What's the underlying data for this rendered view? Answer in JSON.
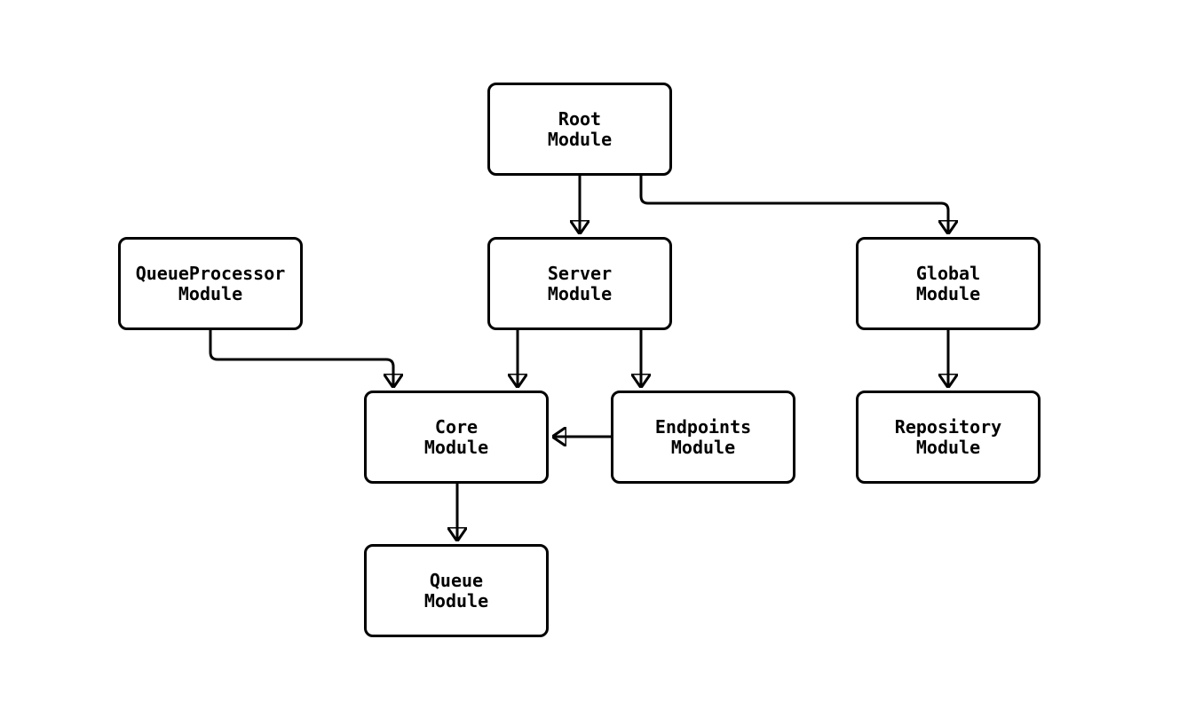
{
  "diagram": {
    "type": "module-dependency-graph",
    "background_color": "#ffffff",
    "line_color": "#000000",
    "node_fill_color": "#ffffff",
    "node_border_color": "#000000",
    "nodes": [
      {
        "id": "root",
        "label": "Root\nModule"
      },
      {
        "id": "queueprocessor",
        "label": "QueueProcessor\nModule"
      },
      {
        "id": "server",
        "label": "Server\nModule"
      },
      {
        "id": "global",
        "label": "Global\nModule"
      },
      {
        "id": "core",
        "label": "Core\nModule"
      },
      {
        "id": "endpoints",
        "label": "Endpoints\nModule"
      },
      {
        "id": "repository",
        "label": "Repository\nModule"
      },
      {
        "id": "queue",
        "label": "Queue\nModule"
      }
    ],
    "edges": [
      {
        "from": "root",
        "to": "server"
      },
      {
        "from": "root",
        "to": "global"
      },
      {
        "from": "queueprocessor",
        "to": "core"
      },
      {
        "from": "server",
        "to": "core"
      },
      {
        "from": "server",
        "to": "endpoints"
      },
      {
        "from": "endpoints",
        "to": "core"
      },
      {
        "from": "global",
        "to": "repository"
      },
      {
        "from": "core",
        "to": "queue"
      }
    ]
  }
}
